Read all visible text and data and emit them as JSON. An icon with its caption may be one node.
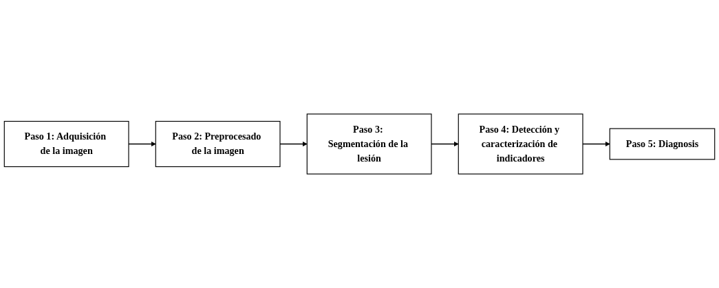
{
  "diagram": {
    "nodes": [
      {
        "text": [
          "Paso 1: Adquisición de la imagen"
        ]
      },
      {
        "text": [
          "Paso 2: Preprocesado de la imagen"
        ]
      },
      {
        "text": [
          "Paso 3: Segmentación de la lesión"
        ]
      },
      {
        "text": [
          "Paso 4: Detección y caracterización de indicadores"
        ]
      },
      {
        "text": [
          "Paso 5: Diagnosis"
        ]
      }
    ],
    "edges": [
      {
        "from": 0,
        "to": 1,
        "arrow": "to"
      },
      {
        "from": 1,
        "to": 2,
        "arrow": "to"
      },
      {
        "from": 2,
        "to": 3,
        "arrow": "to"
      },
      {
        "from": 3,
        "to": 4,
        "arrow": "to"
      }
    ]
  }
}
